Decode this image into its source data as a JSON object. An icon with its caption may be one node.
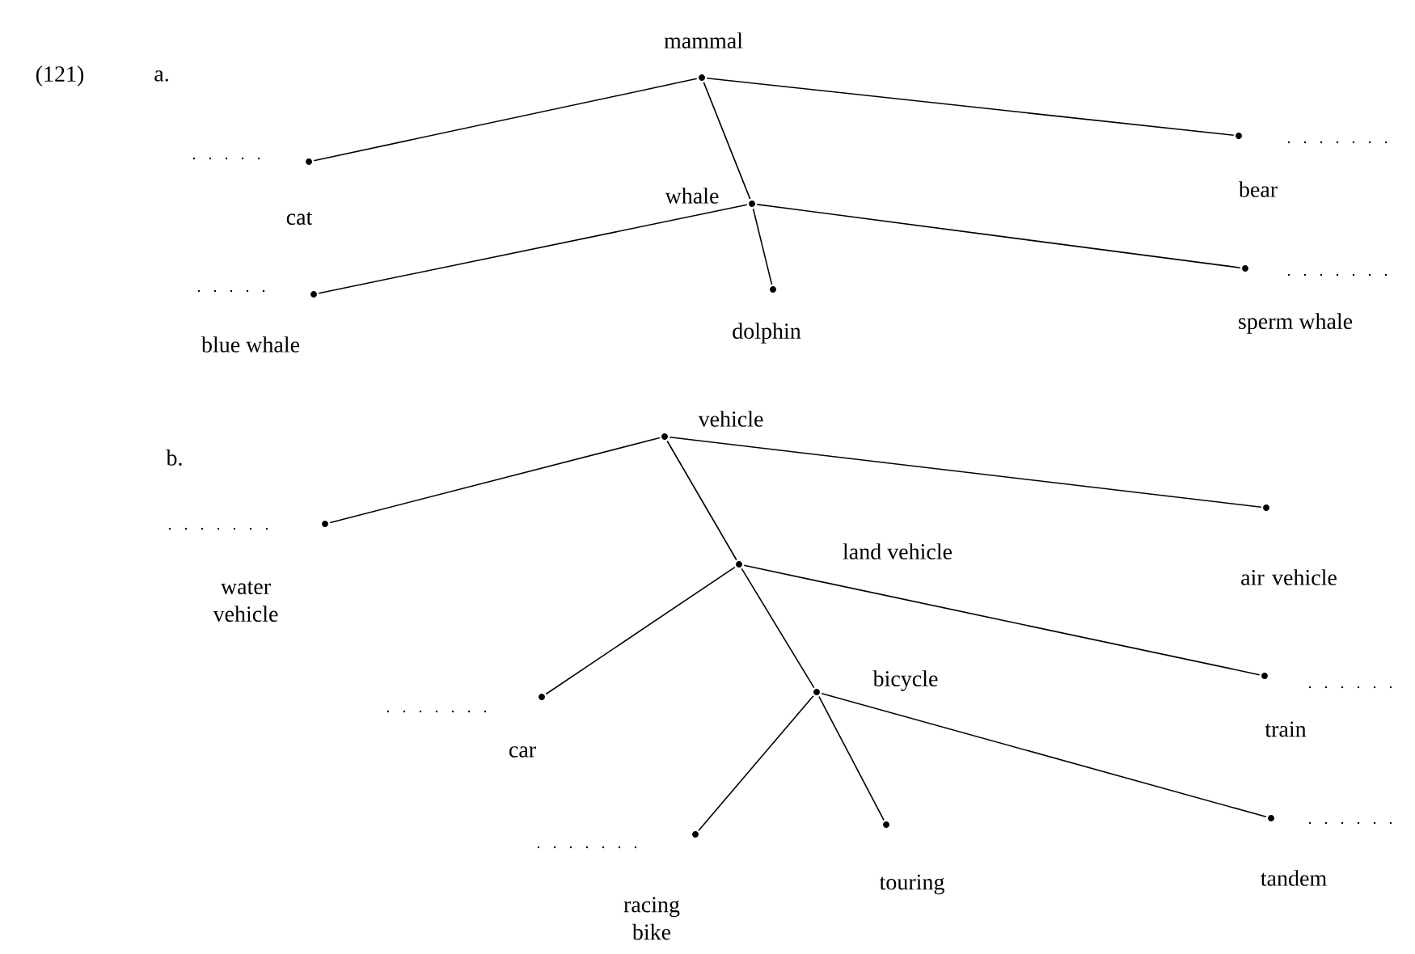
{
  "diagram": {
    "nodes": [
      {
        "text": [
          "mammal"
        ]
      },
      {
        "text": [
          "cat"
        ]
      },
      {
        "text": [
          "whale"
        ]
      },
      {
        "text": [
          "bear"
        ]
      },
      {
        "text": [
          "blue whale"
        ]
      },
      {
        "text": [
          "dolphin"
        ]
      },
      {
        "text": [
          "sperm whale"
        ]
      },
      {
        "text": [
          "vehicle"
        ]
      },
      {
        "text": [
          "water vehicle"
        ]
      },
      {
        "text": [
          "land vehicle"
        ]
      },
      {
        "text": [
          "air vehicle"
        ]
      },
      {
        "text": [
          "car"
        ]
      },
      {
        "text": [
          "train"
        ]
      },
      {
        "text": [
          "bicycle"
        ]
      },
      {
        "text": [
          "racing bike"
        ]
      },
      {
        "text": [
          "touring"
        ]
      },
      {
        "text": [
          "tandem"
        ]
      }
    ],
    "edges": [
      {
        "from": 0,
        "to": 1,
        "arrow": "none"
      },
      {
        "from": 0,
        "to": 2,
        "arrow": "none"
      },
      {
        "from": 0,
        "to": 3,
        "arrow": "none"
      },
      {
        "from": 2,
        "to": 4,
        "arrow": "none"
      },
      {
        "from": 2,
        "to": 5,
        "arrow": "none"
      },
      {
        "from": 2,
        "to": 6,
        "arrow": "none"
      },
      {
        "from": 7,
        "to": 8,
        "arrow": "none"
      },
      {
        "from": 7,
        "to": 9,
        "arrow": "none"
      },
      {
        "from": 7,
        "to": 10,
        "arrow": "none"
      },
      {
        "from": 9,
        "to": 11,
        "arrow": "none"
      },
      {
        "from": 9,
        "to": 13,
        "arrow": "none"
      },
      {
        "from": 9,
        "to": 12,
        "arrow": "none"
      },
      {
        "from": 13,
        "to": 14,
        "arrow": "none"
      },
      {
        "from": 13,
        "to": 15,
        "arrow": "none"
      },
      {
        "from": 13,
        "to": 16,
        "arrow": "none"
      }
    ],
    "labels": [
      "(121)",
      "a.",
      "b."
    ]
  }
}
